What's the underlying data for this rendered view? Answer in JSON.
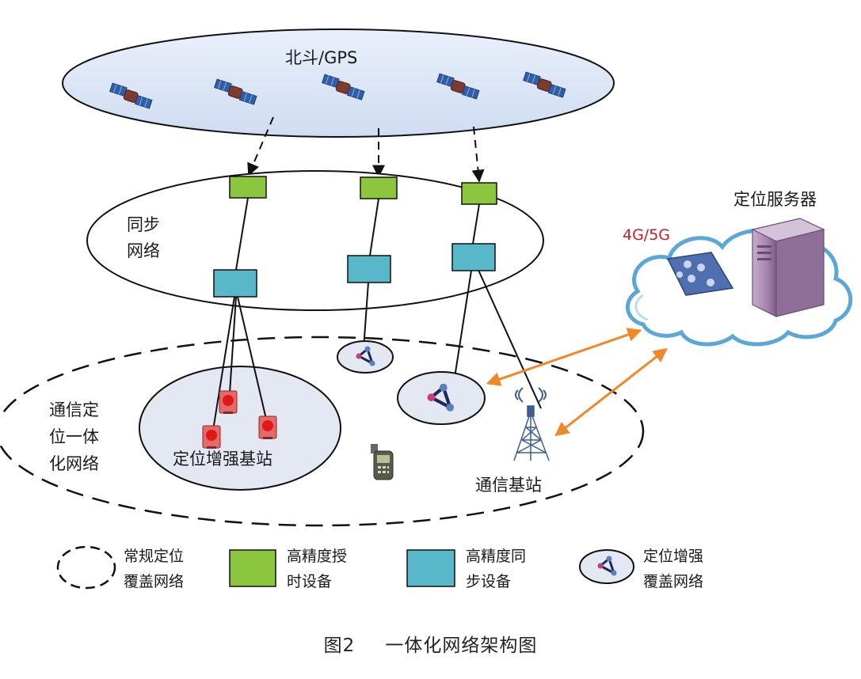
{
  "top_layer": {
    "label": "北斗/GPS"
  },
  "sync_network": {
    "label_line1": "同步",
    "label_line2": "网络"
  },
  "comm_network": {
    "label_line1": "通信定",
    "label_line2": "位一体",
    "label_line3": "化网络"
  },
  "enhanced_cluster": {
    "label": "定位增强基站"
  },
  "base_station": {
    "label": "通信基站"
  },
  "server": {
    "label": "定位服务器"
  },
  "wireless": {
    "label": "4G/5G",
    "color": "#c0202a"
  },
  "legend": {
    "regular": {
      "line1": "常规定位",
      "line2": "覆盖网络"
    },
    "timing": {
      "line1": "高精度授",
      "line2": "时设备",
      "color": "#8cc63f"
    },
    "sync": {
      "line1": "高精度同",
      "line2": "步设备",
      "color": "#58b7c8"
    },
    "enhanced": {
      "line1": "定位增强",
      "line2": "覆盖网络"
    }
  },
  "caption": {
    "number": "图2",
    "title": "一体化网络架构图"
  },
  "colors": {
    "arrow": "#f0882a",
    "cloud": "#5aa7d8"
  }
}
